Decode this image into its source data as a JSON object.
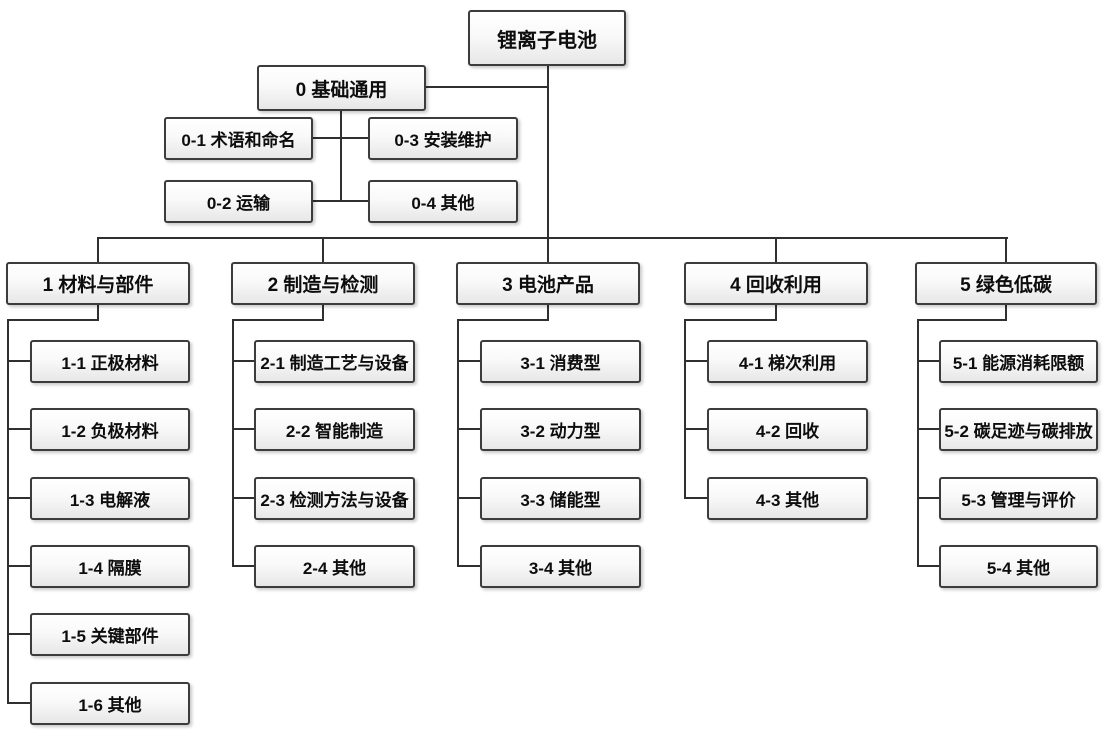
{
  "colors": {
    "background": "#ffffff",
    "box_border": "#3c3c3c",
    "box_fill_top": "#ffffff",
    "box_fill_bottom": "#e7e7e7",
    "connector_line": "#303030",
    "text": "#0d0d0d"
  },
  "tree": {
    "root": {
      "label": "锂离子电池"
    },
    "level0": {
      "label": "0 基础通用",
      "children": [
        {
          "label": "0-1 术语和命名"
        },
        {
          "label": "0-2 运输"
        },
        {
          "label": "0-3 安装维护"
        },
        {
          "label": "0-4 其他"
        }
      ]
    },
    "branches": [
      {
        "label": "1 材料与部件",
        "children": [
          {
            "label": "1-1 正极材料"
          },
          {
            "label": "1-2 负极材料"
          },
          {
            "label": "1-3 电解液"
          },
          {
            "label": "1-4 隔膜"
          },
          {
            "label": "1-5 关键部件"
          },
          {
            "label": "1-6 其他"
          }
        ]
      },
      {
        "label": "2 制造与检测",
        "children": [
          {
            "label": "2-1 制造工艺与设备"
          },
          {
            "label": "2-2 智能制造"
          },
          {
            "label": "2-3 检测方法与设备"
          },
          {
            "label": "2-4 其他"
          }
        ]
      },
      {
        "label": "3 电池产品",
        "children": [
          {
            "label": "3-1 消费型"
          },
          {
            "label": "3-2 动力型"
          },
          {
            "label": "3-3 储能型"
          },
          {
            "label": "3-4 其他"
          }
        ]
      },
      {
        "label": "4 回收利用",
        "children": [
          {
            "label": "4-1 梯次利用"
          },
          {
            "label": "4-2 回收"
          },
          {
            "label": "4-3 其他"
          }
        ]
      },
      {
        "label": "5 绿色低碳",
        "children": [
          {
            "label": "5-1 能源消耗限额"
          },
          {
            "label": "5-2 碳足迹与碳排放"
          },
          {
            "label": "5-3 管理与评价"
          },
          {
            "label": "5-4 其他"
          }
        ]
      }
    ]
  }
}
